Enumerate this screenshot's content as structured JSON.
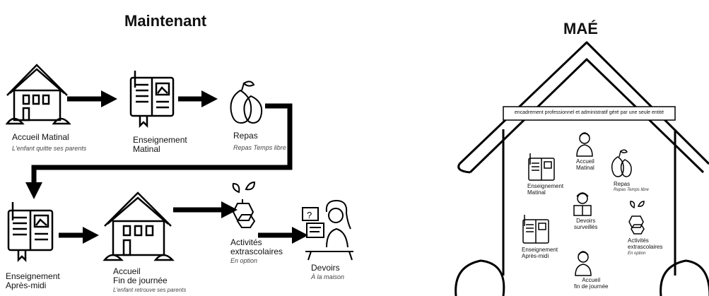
{
  "left": {
    "title": "Maintenant",
    "steps": [
      {
        "label": "Accueil Matinal",
        "sub": "L'enfant quitte ses parents"
      },
      {
        "label": "Enseignement\nMatinal"
      },
      {
        "label": "Repas",
        "sub": "Repas Temps libre"
      },
      {
        "label": "Enseignement\nAprès-midi"
      },
      {
        "label": "Accueil\nFin de journée",
        "sub": "L'enfant retrouve ses parents"
      },
      {
        "label": "Activités\nextrascolaires",
        "sub": "En option"
      },
      {
        "label": "Devoirs",
        "sub": "À la maison"
      }
    ]
  },
  "right": {
    "title": "MAÉ",
    "banner": "encadrement professionnel et administratif géré par une seule entité",
    "items": [
      {
        "label": "Accueil\nMatinal"
      },
      {
        "label": "Enseignement\nMatinal"
      },
      {
        "label": "Repas",
        "sub": "Repas Temps libre"
      },
      {
        "label": "Devoirs\nsurveillés"
      },
      {
        "label": "Activités\nextrascolaires",
        "sub": "En option"
      },
      {
        "label": "Enseignement\nAprès-midi"
      },
      {
        "label": "Accueil\nfin de journée"
      }
    ]
  }
}
